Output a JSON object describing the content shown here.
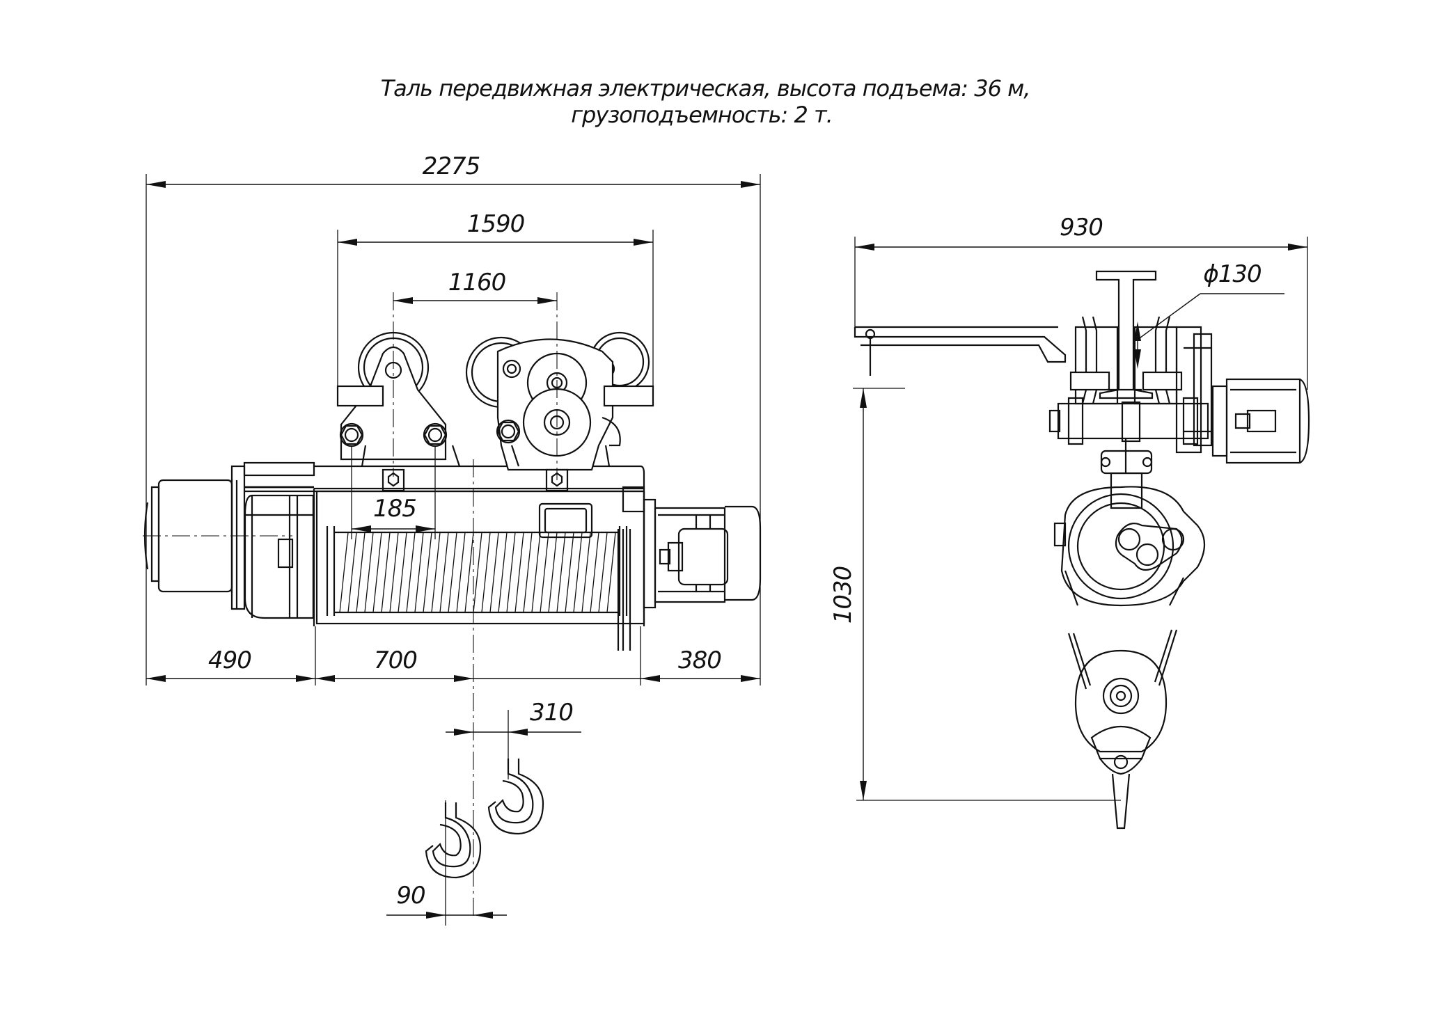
{
  "title": {
    "line1": "Таль передвижная электрическая, высота подъема: 36 м,",
    "line2": "грузоподъемность: 2 т."
  },
  "dimensions": {
    "overall_length": "2275",
    "wheel_span_outer": "1590",
    "wheel_base": "1160",
    "bolt_spacing": "185",
    "left_overhang": "490",
    "drum_to_axis": "700",
    "right_overhang": "380",
    "hook_offset_right": "310",
    "hook_offset_left": "90",
    "side_width": "930",
    "beam_diameter": "ϕ130",
    "side_height": "1030"
  }
}
